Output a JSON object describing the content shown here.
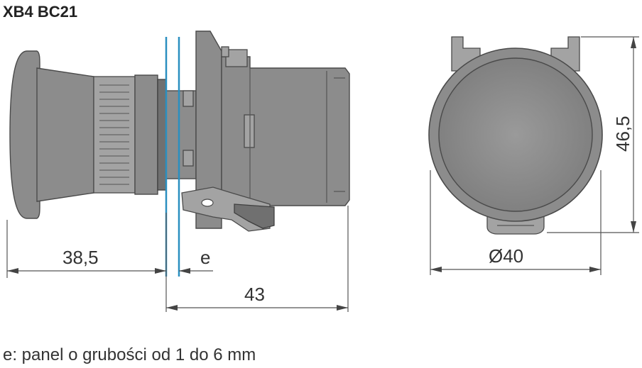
{
  "title": "XB4 BC21",
  "dimensions": {
    "head_depth": "38,5",
    "panel_thickness": "e",
    "body_depth": "43",
    "diameter": "Ø40",
    "height": "46,5"
  },
  "note": "e: panel o grubości od 1 do 6 mm",
  "colors": {
    "panel_lines": "#2a8fc0",
    "part_fill": "#8c8c8c"
  }
}
